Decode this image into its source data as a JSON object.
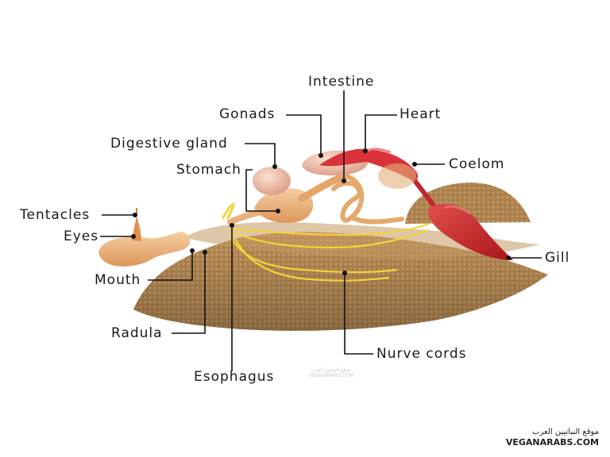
{
  "labels": {
    "intestine": "Intestine",
    "gonads": "Gonads",
    "heart": "Heart",
    "digestive_gland": "Digestive gland",
    "coelom": "Coelom",
    "stomach": "Stomach",
    "tentacles": "Tentacles",
    "eyes": "Eyes",
    "gill": "Gill",
    "mouth": "Mouth",
    "radula": "Radula",
    "nurve_cords": "Nurve cords",
    "esophagus": "Esophagus"
  },
  "watermark": {
    "center_ar": "موقع النباتيين العرب",
    "center_en": "VEGANARABS.COM",
    "corner_ar": "موقع النباتيين العرب",
    "corner_en": "VEGANARABS.COM"
  }
}
